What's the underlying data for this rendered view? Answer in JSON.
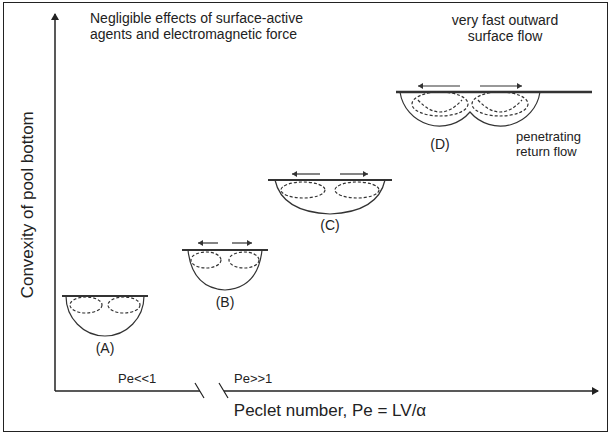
{
  "diagram": {
    "labels": [
      "Negligible effects of surface-active agents and electromagnetic force",
      "very fast outward surface flow",
      "penetrating return flow",
      "(A)",
      "(B)",
      "(C)",
      "(D)",
      "Pe<<1",
      "Pe>>1",
      "Convexity of pool bottom",
      "Peclet number, Pe = LV/α"
    ]
  }
}
